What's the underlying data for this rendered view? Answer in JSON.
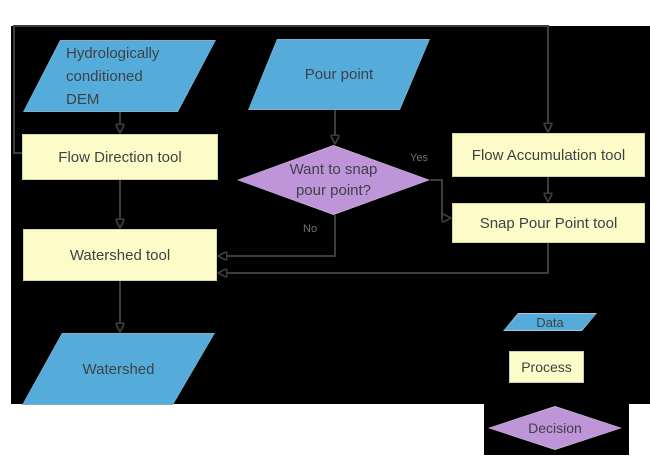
{
  "flowchart": {
    "nodes": {
      "dem": {
        "lines": [
          "Hydrologically",
          "conditioned",
          "DEM"
        ],
        "type": "data"
      },
      "flow_direction": {
        "label": "Flow Direction tool",
        "type": "process"
      },
      "pour_point": {
        "label": "Pour point",
        "type": "data"
      },
      "decision": {
        "lines": [
          "Want to snap",
          "pour point?"
        ],
        "type": "decision"
      },
      "flow_accumulation": {
        "label": "Flow Accumulation tool",
        "type": "process"
      },
      "snap_pour_point": {
        "label": "Snap Pour Point tool",
        "type": "process"
      },
      "watershed_tool": {
        "label": "Watershed tool",
        "type": "process"
      },
      "watershed": {
        "label": "Watershed",
        "type": "data"
      }
    },
    "edge_labels": {
      "yes": "Yes",
      "no": "No"
    },
    "legend": {
      "data": "Data",
      "process": "Process",
      "decision": "Decision"
    }
  },
  "colors": {
    "canvas": "#000000",
    "data_fill": "#55acdb",
    "data_border": "#84aec5",
    "process_fill": "#fcfcc8",
    "process_border": "#d6d6a0",
    "decision_fill": "#be95d9",
    "decision_border": "#c7b3d4",
    "legend_data_border": "#aec3d0",
    "legend_process_border": "#c9c9c9",
    "legend_decision_border": "#c4bccb",
    "connector": "#3d3d3d",
    "node_text": "#3e4246",
    "edge_label_text": "#6f7377"
  }
}
